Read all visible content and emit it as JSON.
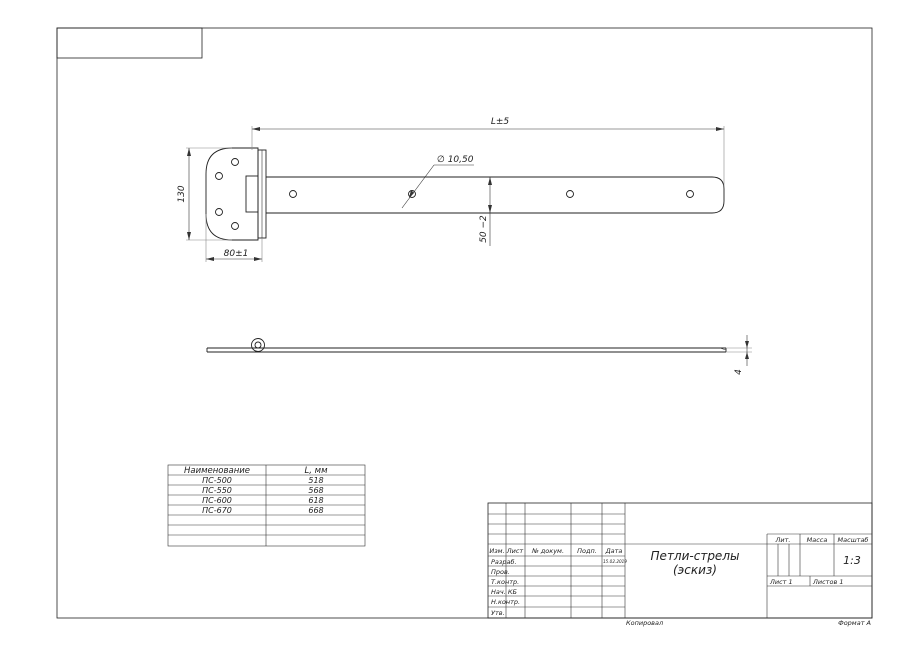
{
  "drawing": {
    "dimensions": {
      "length": "L±5",
      "hole_diameter": "∅ 10,50",
      "height": "130",
      "plate_width": "80±1",
      "strap_width": "50 −2",
      "thickness": "4"
    }
  },
  "spec_table": {
    "headers": [
      "Наименование",
      "L, мм"
    ],
    "rows": [
      [
        "ПС-500",
        "518"
      ],
      [
        "ПС-550",
        "568"
      ],
      [
        "ПС-600",
        "618"
      ],
      [
        "ПС-670",
        "668"
      ]
    ]
  },
  "title_block": {
    "title_line1": "Петли-стрелы",
    "title_line2": "(эскиз)",
    "col_headers": [
      "Изм.",
      "Лист",
      "№ докум.",
      "Подп.",
      "Дата"
    ],
    "roles": [
      "Разраб.",
      "Пров.",
      "Т.контр.",
      "Нач. КБ",
      "Н.контр.",
      "Утв."
    ],
    "date": "15.02.2019",
    "lit_label": "Лит.",
    "mass_label": "Масса",
    "scale_label": "Масштаб",
    "scale_value": "1:3",
    "sheet_label": "Лист 1",
    "sheets_label": "Листов 1",
    "copied": "Копировал",
    "format": "Формат А"
  }
}
